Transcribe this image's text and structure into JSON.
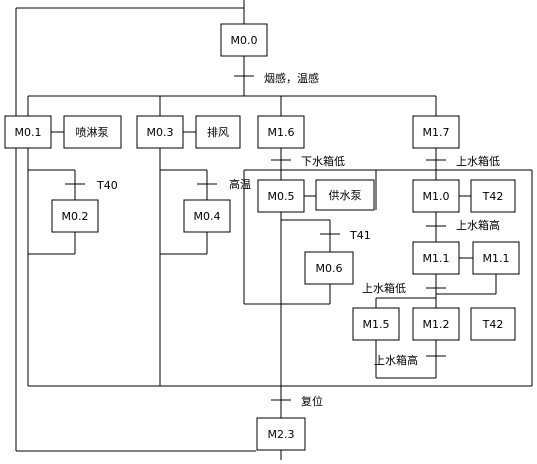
{
  "steps": {
    "m00": "M0.0",
    "m01": "M0.1",
    "m03": "M0.3",
    "m16": "M1.6",
    "m17": "M1.7",
    "m02": "M0.2",
    "m04": "M0.4",
    "m05": "M0.5",
    "m06": "M0.6",
    "m10": "M1.0",
    "m11a": "M1.1",
    "m11b": "M1.1",
    "m15": "M1.5",
    "m12": "M1.2",
    "m23": "M2.3"
  },
  "actions": {
    "spray_pump": "喷淋泵",
    "exhaust": "排风",
    "supply_pump": "供水泵",
    "t42_top": "T42",
    "t42_bottom": "T42"
  },
  "transitions": {
    "smoke_temp": "烟感，温感",
    "t40": "T40",
    "high_temp": "高温",
    "lower_tank_low": "下水箱低",
    "upper_tank_low_1": "上水箱低",
    "t41": "T41",
    "upper_tank_high_1": "上水箱高",
    "upper_tank_low_2": "上水箱低",
    "upper_tank_high_2": "上水箱高",
    "reset": "复位"
  }
}
